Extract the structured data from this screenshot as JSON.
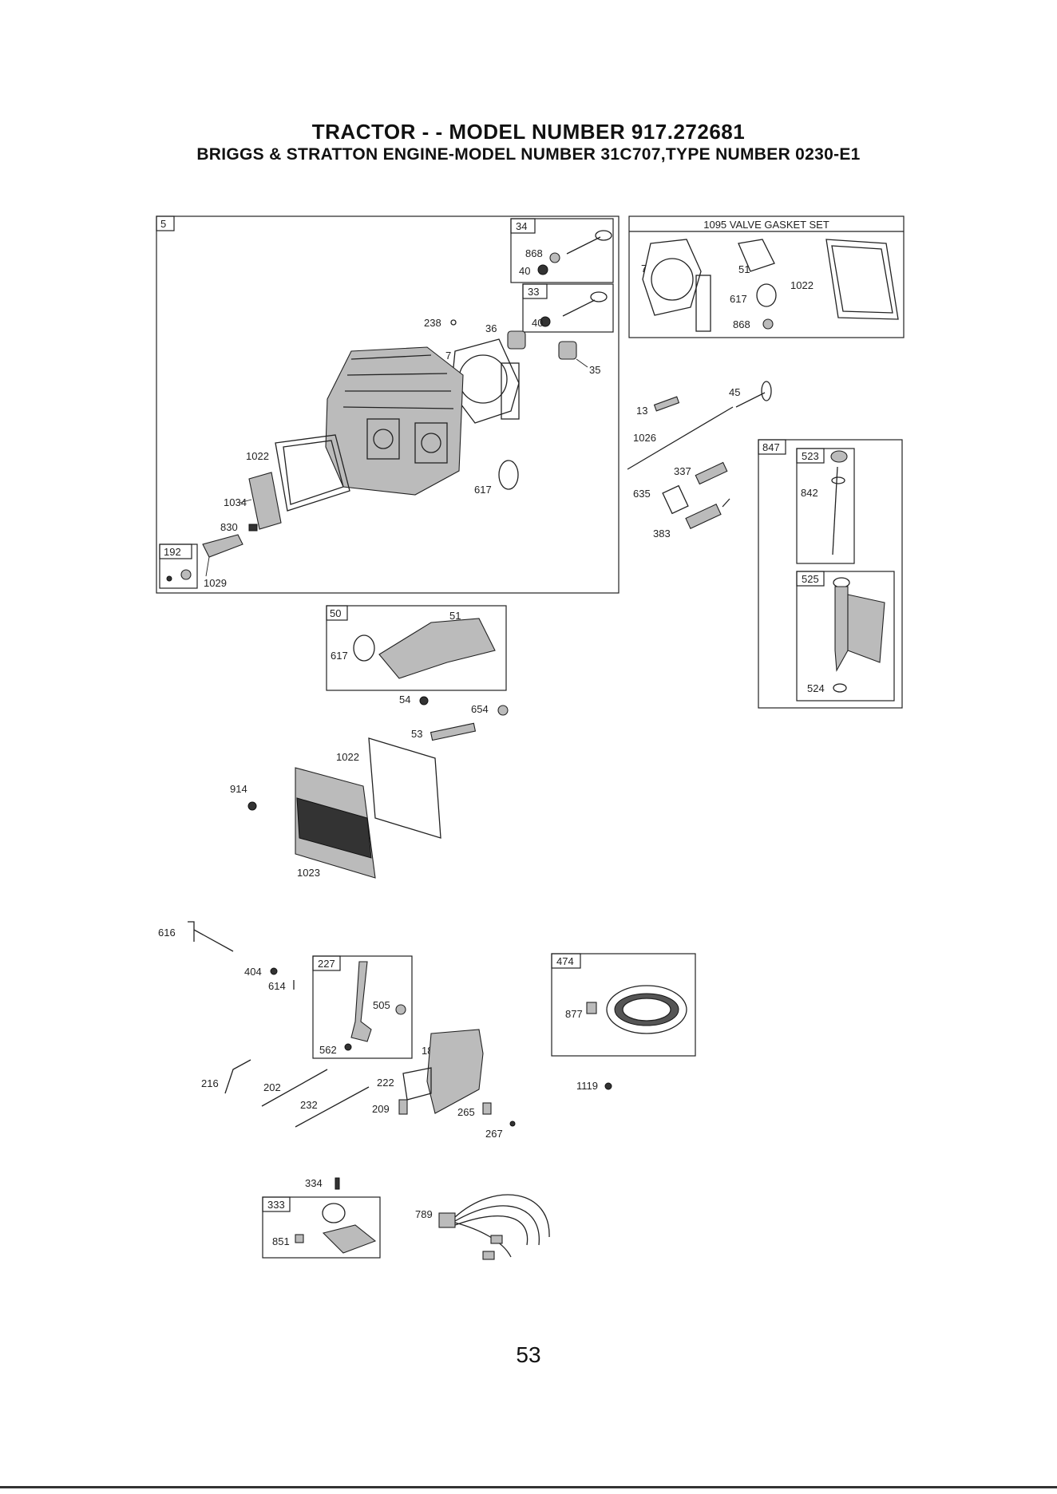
{
  "header": {
    "title": "TRACTOR - - MODEL NUMBER  917.272681",
    "subtitle": "BRIGGS & STRATTON ENGINE-MODEL NUMBER 31C707,TYPE NUMBER 0230-E1"
  },
  "page_number": "53",
  "boxes": {
    "cylinder_head": "5",
    "valve_exhaust": "34",
    "valve_intake": "33",
    "gasket_set": "1095 VALVE GASKET SET",
    "dipstick_assy": "847",
    "dipstick": "523",
    "oil_fill_tube": "525",
    "breather_192": "192",
    "intake_manifold": "50",
    "control_227": "227",
    "alternator": "474",
    "governor_333": "333"
  },
  "labels": {
    "l868a": "868",
    "l40a": "40",
    "l40b": "40",
    "l238": "238",
    "l36": "36",
    "l7a": "7",
    "l35": "35",
    "l1022a": "1022",
    "l1034": "1034",
    "l830": "830",
    "l1029": "1029",
    "l617a": "617",
    "l7b": "7",
    "l51a": "51",
    "l1022b": "1022",
    "l617b": "617",
    "l868b": "868",
    "l13": "13",
    "l45": "45",
    "l1026": "1026",
    "l337": "337",
    "l635": "635",
    "l383": "383",
    "l842": "842",
    "l524": "524",
    "l51b": "51",
    "l617c": "617",
    "l54": "54",
    "l654": "654",
    "l53": "53",
    "l1022c": "1022",
    "l914": "914",
    "l1023": "1023",
    "l616": "616",
    "l404": "404",
    "l614": "614",
    "l505": "505",
    "l562": "562",
    "l188": "188",
    "l216": "216",
    "l202": "202",
    "l222": "222",
    "l232": "232",
    "l209": "209",
    "l265": "265",
    "l267": "267",
    "l877": "877",
    "l1119": "1119",
    "l334": "334",
    "l851": "851",
    "l789": "789"
  },
  "icons": [
    "valve-icon",
    "cylinder-head-icon",
    "gasket-icon",
    "dipstick-icon",
    "spark-plug-icon",
    "rocker-cover-icon",
    "alternator-stator-icon",
    "wire-harness-icon"
  ]
}
